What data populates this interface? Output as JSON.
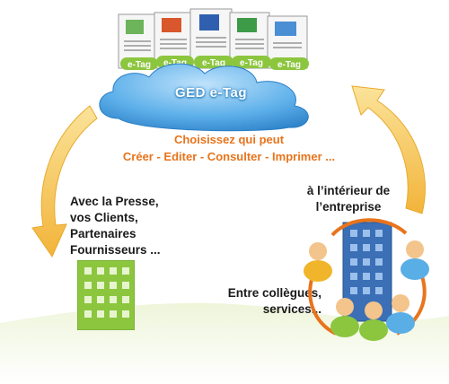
{
  "cloud": {
    "title": "GED e-Tag"
  },
  "documents": {
    "tag_label": "e-Tag",
    "icons": [
      "music-file-icon",
      "powerpoint-file-icon",
      "word-file-icon",
      "excel-file-icon",
      "image-file-icon"
    ]
  },
  "headline": {
    "line1": "Choisissez qui peut",
    "line2": "Créer - Editer - Consulter - Imprimer ..."
  },
  "external": {
    "lines": [
      "Avec la Presse,",
      "vos Clients,",
      "Partenaires",
      "Fournisseurs ..."
    ]
  },
  "internal": {
    "lines": [
      "à l’intérieur de",
      "l’entreprise"
    ]
  },
  "colleagues": {
    "lines": [
      "Entre collègues,",
      "services..."
    ]
  },
  "colors": {
    "accent_orange": "#e8741c",
    "cloud_blue": "#4fa3e0",
    "arrow_yellow": "#f5c04a",
    "building_green": "#8cc63f",
    "building_blue": "#3b6fb6"
  }
}
